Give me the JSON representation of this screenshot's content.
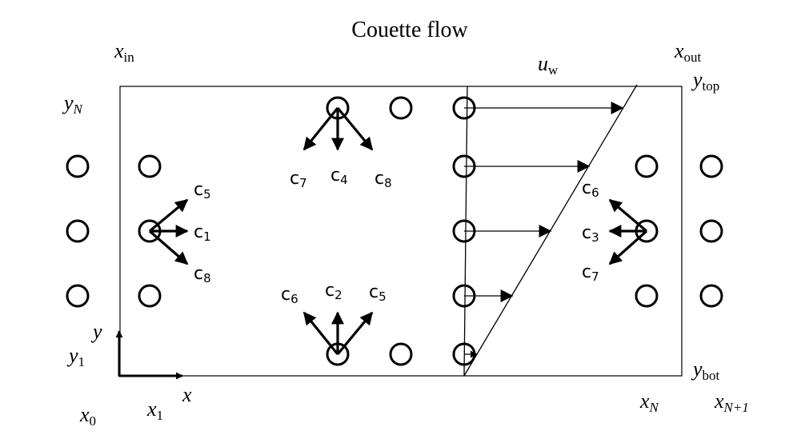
{
  "title": "Couette flow",
  "labels": {
    "x_in": {
      "main": "x",
      "sub": "in"
    },
    "x_out": {
      "main": "x",
      "sub": "out"
    },
    "u_w": {
      "main": "u",
      "sub": "w"
    },
    "y_top": {
      "main": "y",
      "sub": "top"
    },
    "y_N": {
      "main": "y",
      "sub": "N"
    },
    "y_1": {
      "main": "y",
      "sub": "1"
    },
    "y_bot": {
      "main": "y",
      "sub": "bot"
    },
    "x_0": {
      "main": "x",
      "sub": "0"
    },
    "x_1": {
      "main": "x",
      "sub": "1"
    },
    "x_N": {
      "main": "x",
      "sub": "N"
    },
    "x_N1": {
      "main": "x",
      "sub": "N+1"
    },
    "axis_x": "x",
    "axis_y": "y"
  },
  "velocities": {
    "c1": {
      "main": "c",
      "sub": "1"
    },
    "c2": {
      "main": "c",
      "sub": "2"
    },
    "c3": {
      "main": "c",
      "sub": "3"
    },
    "c4": {
      "main": "c",
      "sub": "4"
    },
    "c5": {
      "main": "c",
      "sub": "5"
    },
    "c6": {
      "main": "c",
      "sub": "6"
    },
    "c7": {
      "main": "c",
      "sub": "7"
    },
    "c8": {
      "main": "c",
      "sub": "8"
    }
  }
}
